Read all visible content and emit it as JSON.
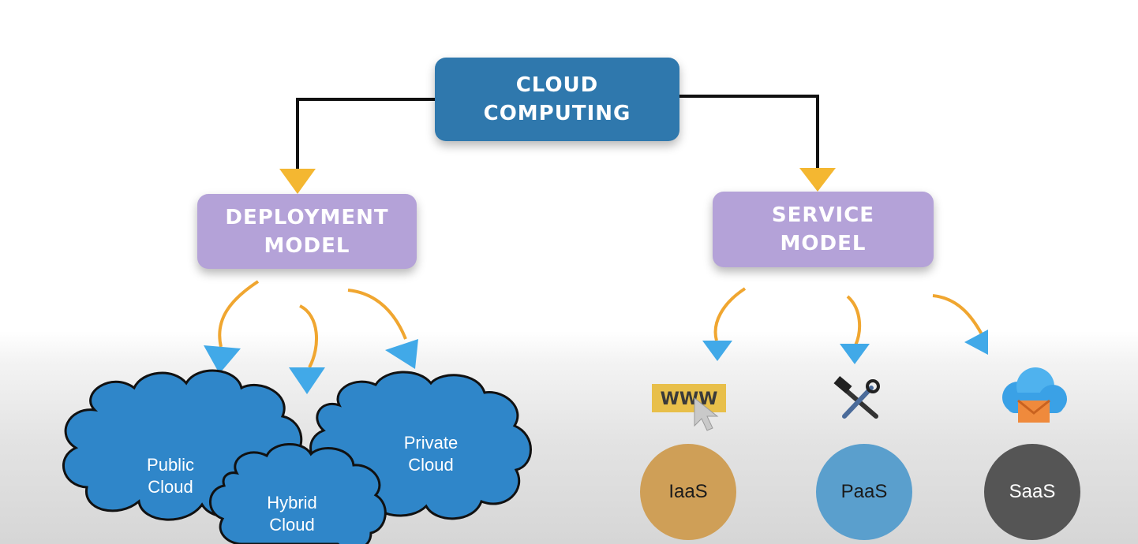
{
  "diagram": {
    "root": {
      "label": "CLOUD\nCOMPUTING"
    },
    "deployment": {
      "label": "DEPLOYMENT\nMODEL",
      "clouds": [
        {
          "label": "Public\nCloud"
        },
        {
          "label": "Hybrid\nCloud"
        },
        {
          "label": "Private\nCloud"
        }
      ]
    },
    "service": {
      "label": "SERVICE\nMODEL",
      "models": [
        {
          "label": "IaaS",
          "icon": "www-browser-icon",
          "color": "#cf9f57"
        },
        {
          "label": "PaaS",
          "icon": "tools-icon",
          "color": "#5a9fcd"
        },
        {
          "label": "SaaS",
          "icon": "cloud-mail-icon",
          "color": "#555555"
        }
      ]
    },
    "www_icon_text": "WWW"
  },
  "colors": {
    "root_box": "#2f78ad",
    "model_box": "#b4a2d8",
    "cloud_fill": "#2f86c9",
    "connector_curve": "#f0a630",
    "arrowhead": "#41a9e8",
    "top_arrowhead": "#f4b731"
  }
}
